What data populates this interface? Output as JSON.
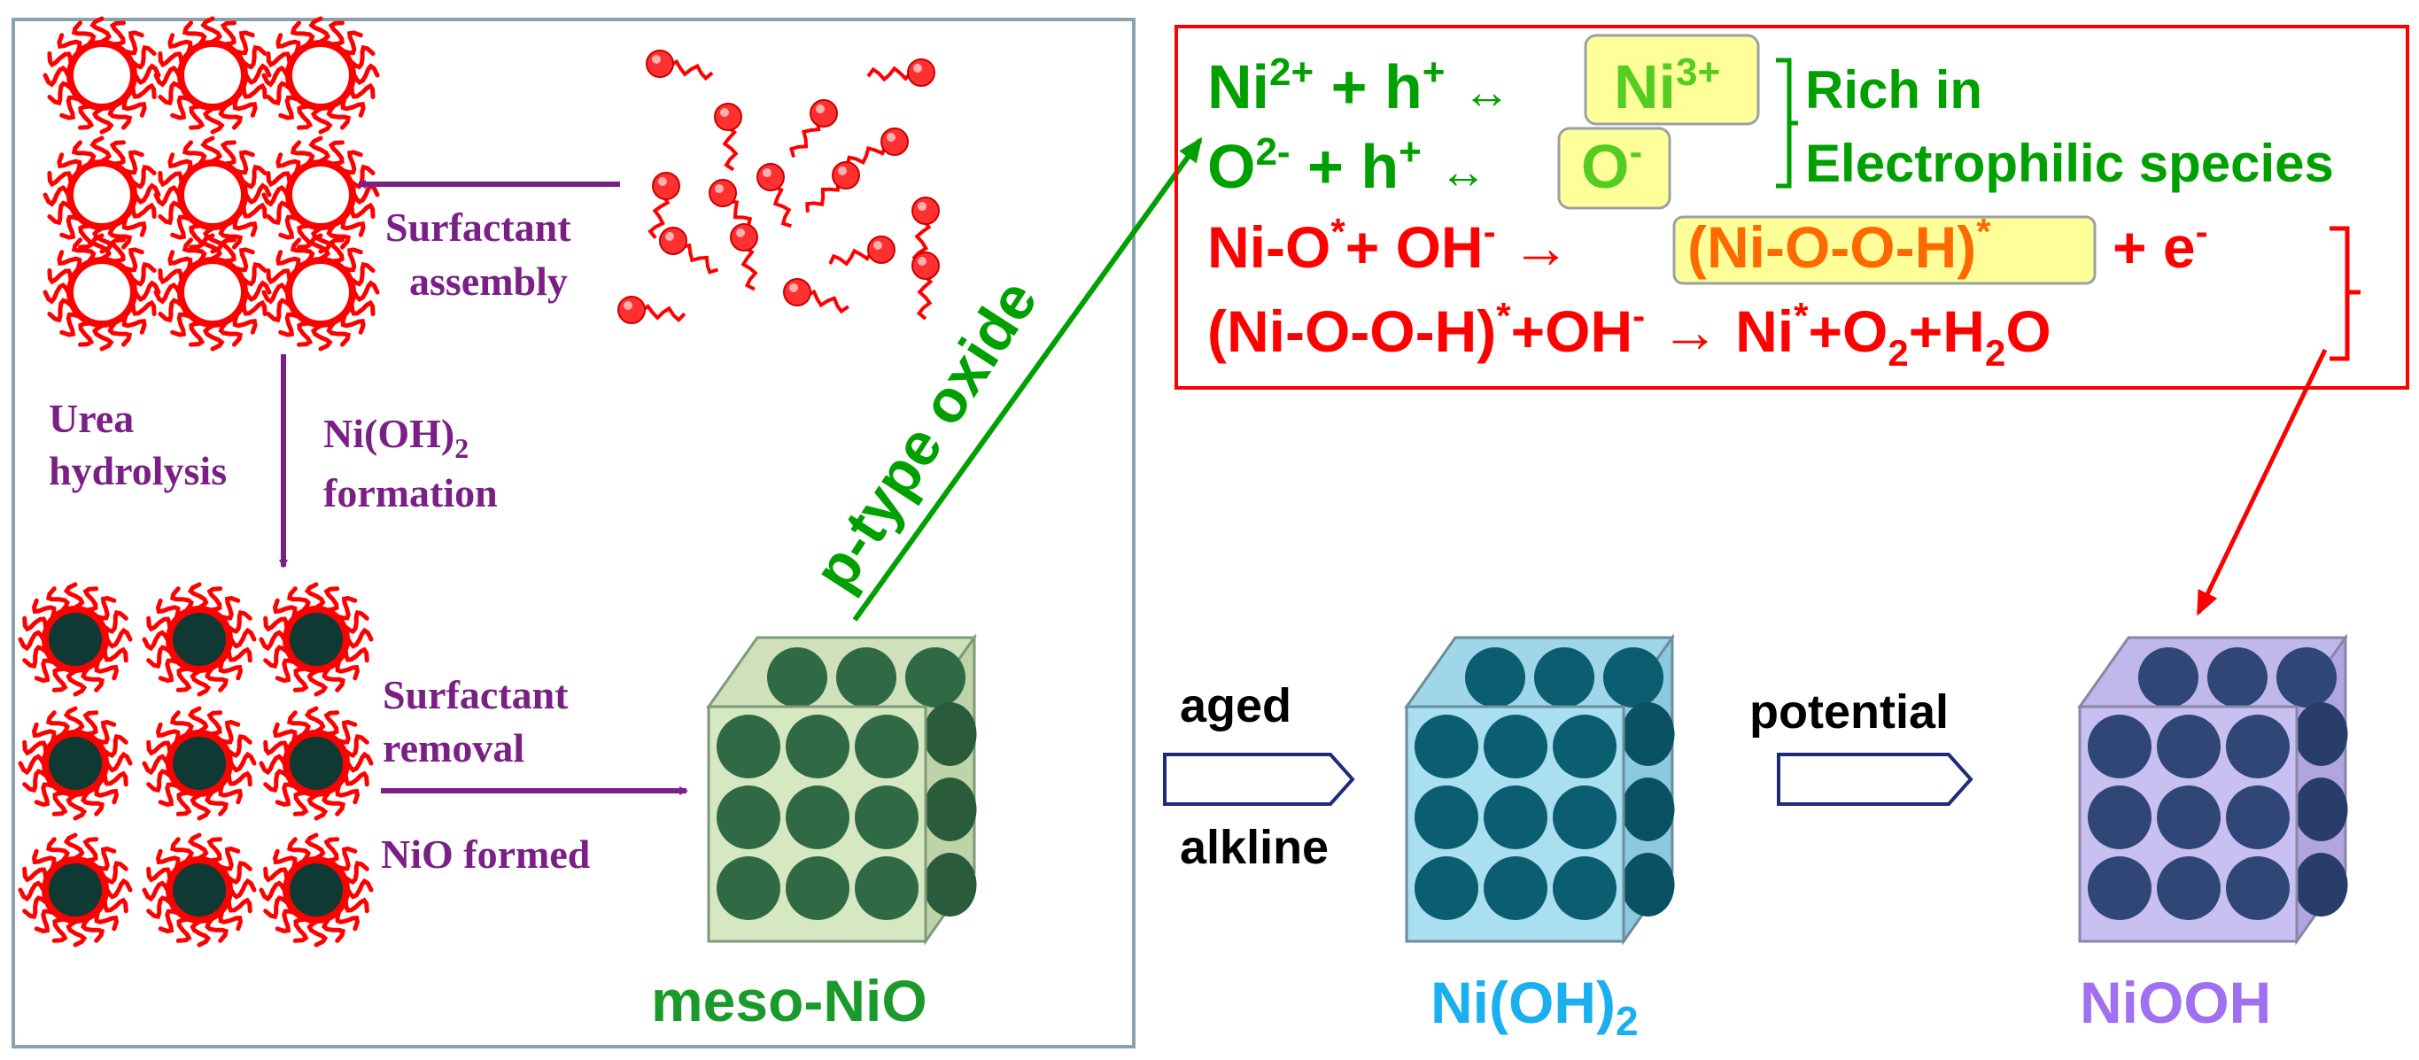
{
  "colors": {
    "green": "#00a000",
    "red": "#ff0000",
    "purple": "#7a1f86",
    "mesoNiO": "#1a9a2a",
    "niOH2": "#1ab0f0",
    "niOOH": "#a070f0",
    "highlight_yellow": "#ffff99"
  },
  "left_panel": {
    "surfactant_assembly": [
      "Surfactant",
      "assembly"
    ],
    "urea_hydrolysis": [
      "Urea",
      "hydrolysis"
    ],
    "nioh2_formation": [
      "Ni(OH)",
      "2",
      "formation"
    ],
    "surfactant_removal": [
      "Surfactant",
      "removal"
    ],
    "nio_formed": "NiO formed"
  },
  "cube_labels": {
    "meso_nio": "meso-NiO",
    "ni_oh2": "Ni(OH)",
    "ni_oh2_sub": "2",
    "niooh": "NiOOH"
  },
  "arrow_labels": {
    "p_type": "p-type oxide",
    "aged": "aged",
    "alkline": "alkline",
    "potential": "potential"
  },
  "equations": {
    "eq1": {
      "ni": "Ni",
      "ni_sup": "2+",
      "plus_h": " + h",
      "h_sup": "+",
      "arrow": "↔",
      "box": "Ni",
      "box_sup": "3+"
    },
    "eq2": {
      "o": "O",
      "o_sup": "2-",
      "plus_h": " + h",
      "h_sup": "+",
      "arrow": "↔",
      "box": "O",
      "box_sup": "-"
    },
    "bracket_label": [
      "Rich in",
      "Electrophilic species"
    ],
    "eq3": {
      "a": "Ni-O",
      "a_sup": "*",
      "b": "+ OH",
      "b_sup": "-",
      "arrow": "→",
      "box": "(Ni-O-O-H)",
      "box_sup": "*",
      "c": "+ e",
      "c_sup": "-"
    },
    "eq4": {
      "a": "(Ni-O-O-H)",
      "a_sup": "*",
      "b": "+OH",
      "b_sup": "-",
      "arrow": "→",
      "c": "Ni",
      "c_sup": "*",
      "d": "+O",
      "d_sub": "2",
      "e": "+H",
      "e_sub": "2",
      "f": "O"
    }
  }
}
